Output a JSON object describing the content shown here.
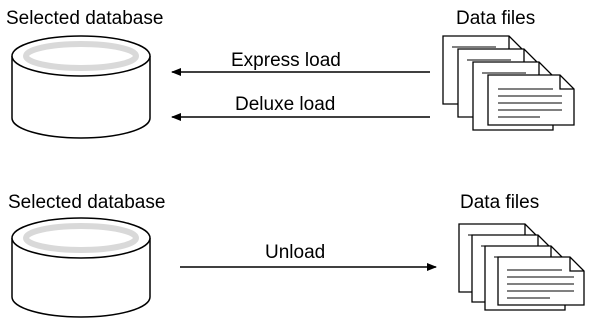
{
  "load_section": {
    "database_label": "Selected database",
    "files_label": "Data files",
    "express_label": "Express load",
    "deluxe_label": "Deluxe load"
  },
  "unload_section": {
    "database_label": "Selected database",
    "files_label": "Data files",
    "unload_label": "Unload"
  },
  "colors": {
    "ink": "#000000",
    "cylinder_rim": "#d9d9d9",
    "paper": "#ffffff"
  }
}
